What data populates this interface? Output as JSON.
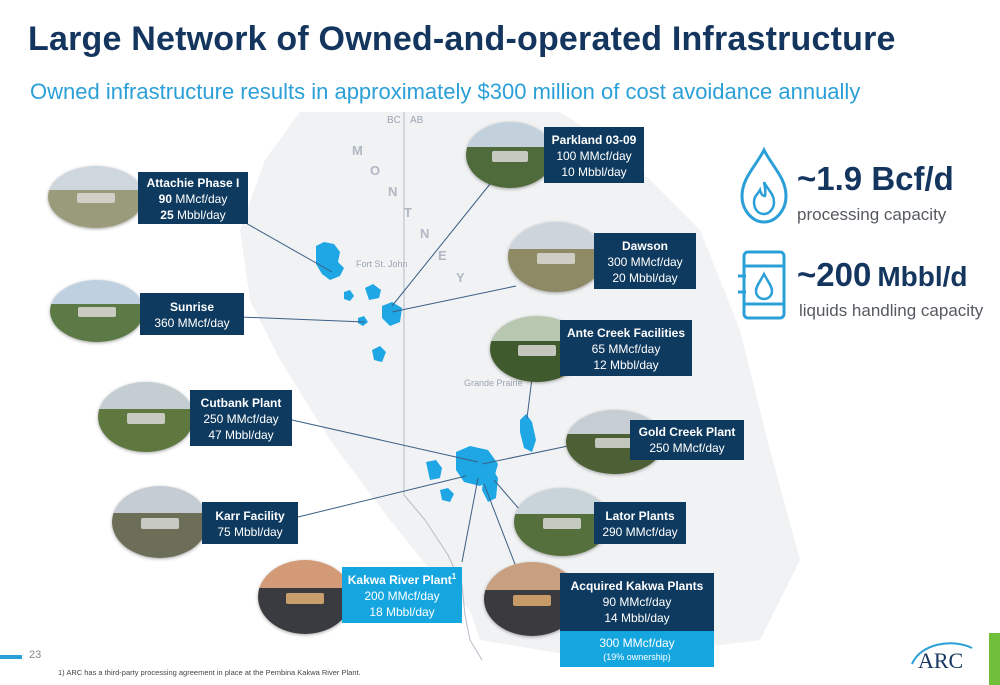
{
  "header": {
    "title": "Large Network of Owned-and-operated Infrastructure",
    "subtitle": "Owned infrastructure results in approximately $300 million of cost avoidance annually"
  },
  "map": {
    "bc_label": "BC",
    "ab_label": "AB",
    "montney_letters": [
      "M",
      "O",
      "N",
      "T",
      "N",
      "E",
      "Y"
    ],
    "fort_st_john": "Fort St. John",
    "grande_prairie": "Grande Prairie",
    "land_color": "#f1f2f3",
    "asset_color": "#1ea7e4"
  },
  "facilities": {
    "attachie": {
      "name": "Attachie Phase I",
      "gas_num": "90",
      "gas_unit": " MMcf/day",
      "liq_num": "25",
      "liq_unit": " Mbbl/day"
    },
    "sunrise": {
      "name": "Sunrise",
      "line1": "360 MMcf/day"
    },
    "cutbank": {
      "name": "Cutbank Plant",
      "line1": "250 MMcf/day",
      "line2": "47 Mbbl/day"
    },
    "karr": {
      "name": "Karr Facility",
      "line1": "75 Mbbl/day"
    },
    "kakwa_river": {
      "name": "Kakwa River Plant",
      "sup": "1",
      "line1": "200 MMcf/day",
      "line2": "18 Mbbl/day"
    },
    "parkland": {
      "name": "Parkland 03-09",
      "line1": "100 MMcf/day",
      "line2": "10 Mbbl/day"
    },
    "dawson": {
      "name": "Dawson",
      "line1": "300 MMcf/day",
      "line2": "20 Mbbl/day"
    },
    "ante_creek": {
      "name": "Ante Creek Facilities",
      "line1": "65 MMcf/day",
      "line2": "12 Mbbl/day"
    },
    "gold_creek": {
      "name": "Gold Creek Plant",
      "line1": "250 MMcf/day"
    },
    "lator": {
      "name": "Lator Plants",
      "line1": "290 MMcf/day"
    },
    "acquired_kakwa": {
      "name": "Acquired Kakwa Plants",
      "line1": "90 MMcf/day",
      "line2": "14 Mbbl/day",
      "extra1": "300 MMcf/day",
      "extra2": "(19% ownership)"
    }
  },
  "stats": {
    "processing": {
      "value": "~1.9 Bcf/d",
      "label": "processing capacity",
      "icon": "flame-drop-icon"
    },
    "liquids": {
      "value": "~200",
      "unit": "Mbbl/d",
      "label": "liquids handling capacity",
      "icon": "oil-barrel-icon"
    }
  },
  "footer": {
    "page_number": "23",
    "footnote": "1)  ARC has a third-party processing agreement in place at the Pembina Kakwa River Plant.",
    "logo_text": "ARC"
  },
  "colors": {
    "navy": "#0f3a5f",
    "title_navy": "#14365e",
    "accent_blue": "#2b9fd8",
    "light_card": "#15a6e0",
    "logo_green": "#6fbf3a"
  }
}
